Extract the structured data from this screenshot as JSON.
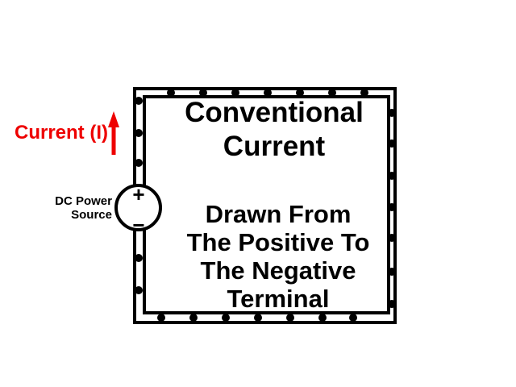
{
  "diagram": {
    "current_label": "Current (I)",
    "power_source": {
      "label_line1": "DC Power",
      "label_line2": "Source",
      "plus": "+",
      "minus": "−"
    },
    "title_line1": "Conventional",
    "title_line2": "Current",
    "body_line1": "Drawn From",
    "body_line2": "The Positive To",
    "body_line3": "The Negative",
    "body_line4": "Terminal"
  },
  "colors": {
    "current_arrow": "#ee0000",
    "wire": "#000000",
    "background": "#ffffff"
  }
}
